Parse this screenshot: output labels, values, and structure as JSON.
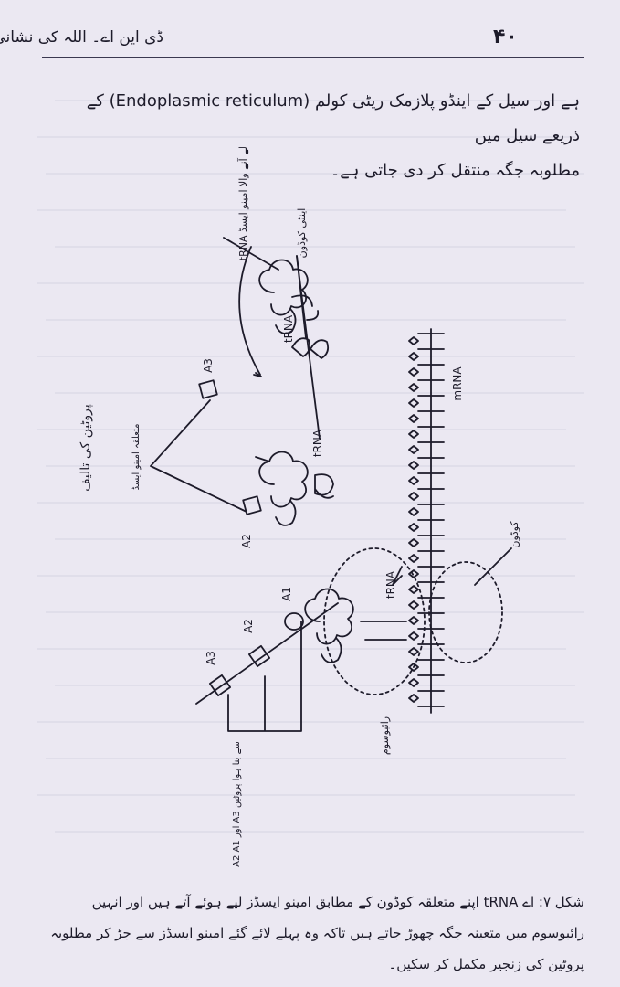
{
  "header": {
    "title": "ڈی این اے۔ اللہ کی نشانی",
    "page_number": "۴۰"
  },
  "body": {
    "line1": "ہے اور سیل کے اینڈو پلازمک ریٹی کولم (Endoplasmic reticulum) کے ذریعے سیل میں",
    "line2": "مطلوبہ جگہ منتقل کر دی جاتی ہے۔"
  },
  "figure": {
    "labels": {
      "mrna": "mRNA",
      "trna_top": "tRNA",
      "trna_mid": "tRNA",
      "trna_low": "tRNA",
      "a1": "A1",
      "a2_top": "A2",
      "a2_low": "A2",
      "a3_top": "A3",
      "a3_low": "A3",
      "anticodon": "اینٹی کوڈون",
      "codon": "کوڈون",
      "ribosome": "رائبوسوم",
      "trna_arrive": "tRNA لے آنے والا امینو ایسڈ",
      "amino_acid": "متعلقہ امینو ایسڈ",
      "protein_synthesis": "پروٹین کی تالیف",
      "chain_label": "A2 A1 اور A3 سے بنا ہوا پروٹین"
    }
  },
  "caption": {
    "line1": "شکل ۷: اے tRNA اپنے متعلقہ کوڈون کے مطابق امینو ایسڈز لیے ہوئے آتے ہیں اور انہیں",
    "line2": "رائبوسوم میں متعینہ جگہ چھوڑ جاتے ہیں تاکہ وہ پہلے لائے گئے امینو ایسڈز سے جڑ کر مطلوبہ پروٹین کی زنجیر مکمل کر سکیں۔"
  },
  "colors": {
    "ink": "#1d1b2a",
    "paper": "#ebe8f2"
  }
}
